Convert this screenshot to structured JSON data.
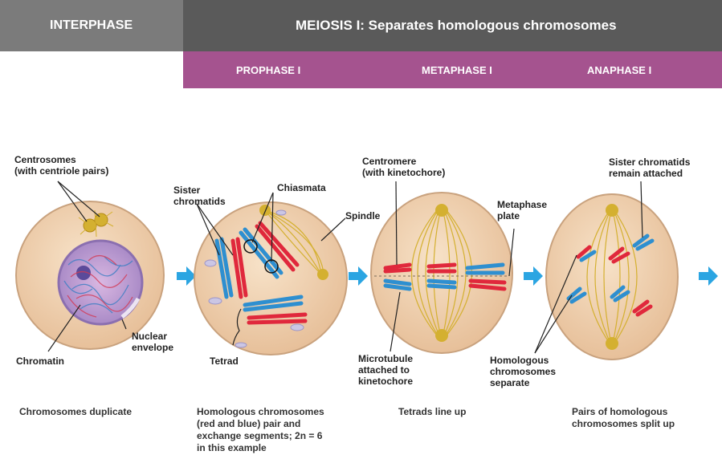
{
  "header": {
    "interphase": "INTERPHASE",
    "meiosis_title": "MEIOSIS I: Separates homologous chromosomes",
    "phases": [
      "PROPHASE I",
      "METAPHASE I",
      "ANAPHASE I"
    ]
  },
  "labels": {
    "centrosomes": "Centrosomes\n(with centriole pairs)",
    "chromatin": "Chromatin",
    "nuclear_envelope": "Nuclear\nenvelope",
    "sister_chromatids": "Sister\nchromatids",
    "chiasmata": "Chiasmata",
    "spindle": "Spindle",
    "tetrad": "Tetrad",
    "centromere": "Centromere\n(with kinetochore)",
    "metaphase_plate": "Metaphase\nplate",
    "microtubule": "Microtubule\nattached to\nkinetochore",
    "sister_attached": "Sister chromatids\nremain attached",
    "homologous_separate": "Homologous\nchromosomes\nseparate"
  },
  "captions": [
    "Chromosomes duplicate",
    "Homologous chromosomes\n(red and blue) pair and\nexchange segments; 2n = 6\nin this example",
    "Tetrads line up",
    "Pairs of homologous\nchromosomes split up"
  ],
  "colors": {
    "cell_fill": "#f3d6b4",
    "cell_edge": "#c9a27e",
    "nucleus": "#c9a8d6",
    "chrom_red": "#e0283c",
    "chrom_blue": "#2e8fd0",
    "arrow": "#2ba5e2",
    "spindle": "#d4b030"
  }
}
